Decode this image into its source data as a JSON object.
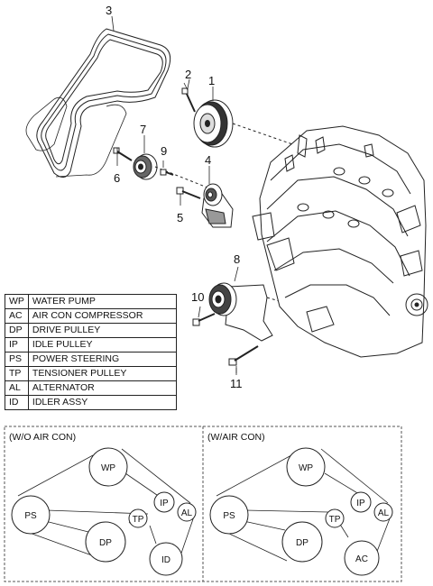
{
  "callouts": [
    "3",
    "2",
    "1",
    "7",
    "9",
    "4",
    "6",
    "5",
    "8",
    "10",
    "11"
  ],
  "legend": [
    {
      "abbr": "WP",
      "name": "WATER PUMP"
    },
    {
      "abbr": "AC",
      "name": "AIR CON COMPRESSOR"
    },
    {
      "abbr": "DP",
      "name": "DRIVE PULLEY"
    },
    {
      "abbr": "IP",
      "name": "IDLE PULLEY"
    },
    {
      "abbr": "PS",
      "name": "POWER STEERING"
    },
    {
      "abbr": "TP",
      "name": "TENSIONER PULLEY"
    },
    {
      "abbr": "AL",
      "name": "ALTERNATOR"
    },
    {
      "abbr": "ID",
      "name": "IDLER ASSY"
    }
  ],
  "layouts": [
    {
      "title": "(W/O AIR CON)",
      "pulleys": [
        "WP",
        "PS",
        "IP",
        "AL",
        "TP",
        "DP",
        "ID"
      ]
    },
    {
      "title": "(W/AIR CON)",
      "pulleys": [
        "WP",
        "PS",
        "IP",
        "AL",
        "TP",
        "DP",
        "AC"
      ]
    }
  ]
}
